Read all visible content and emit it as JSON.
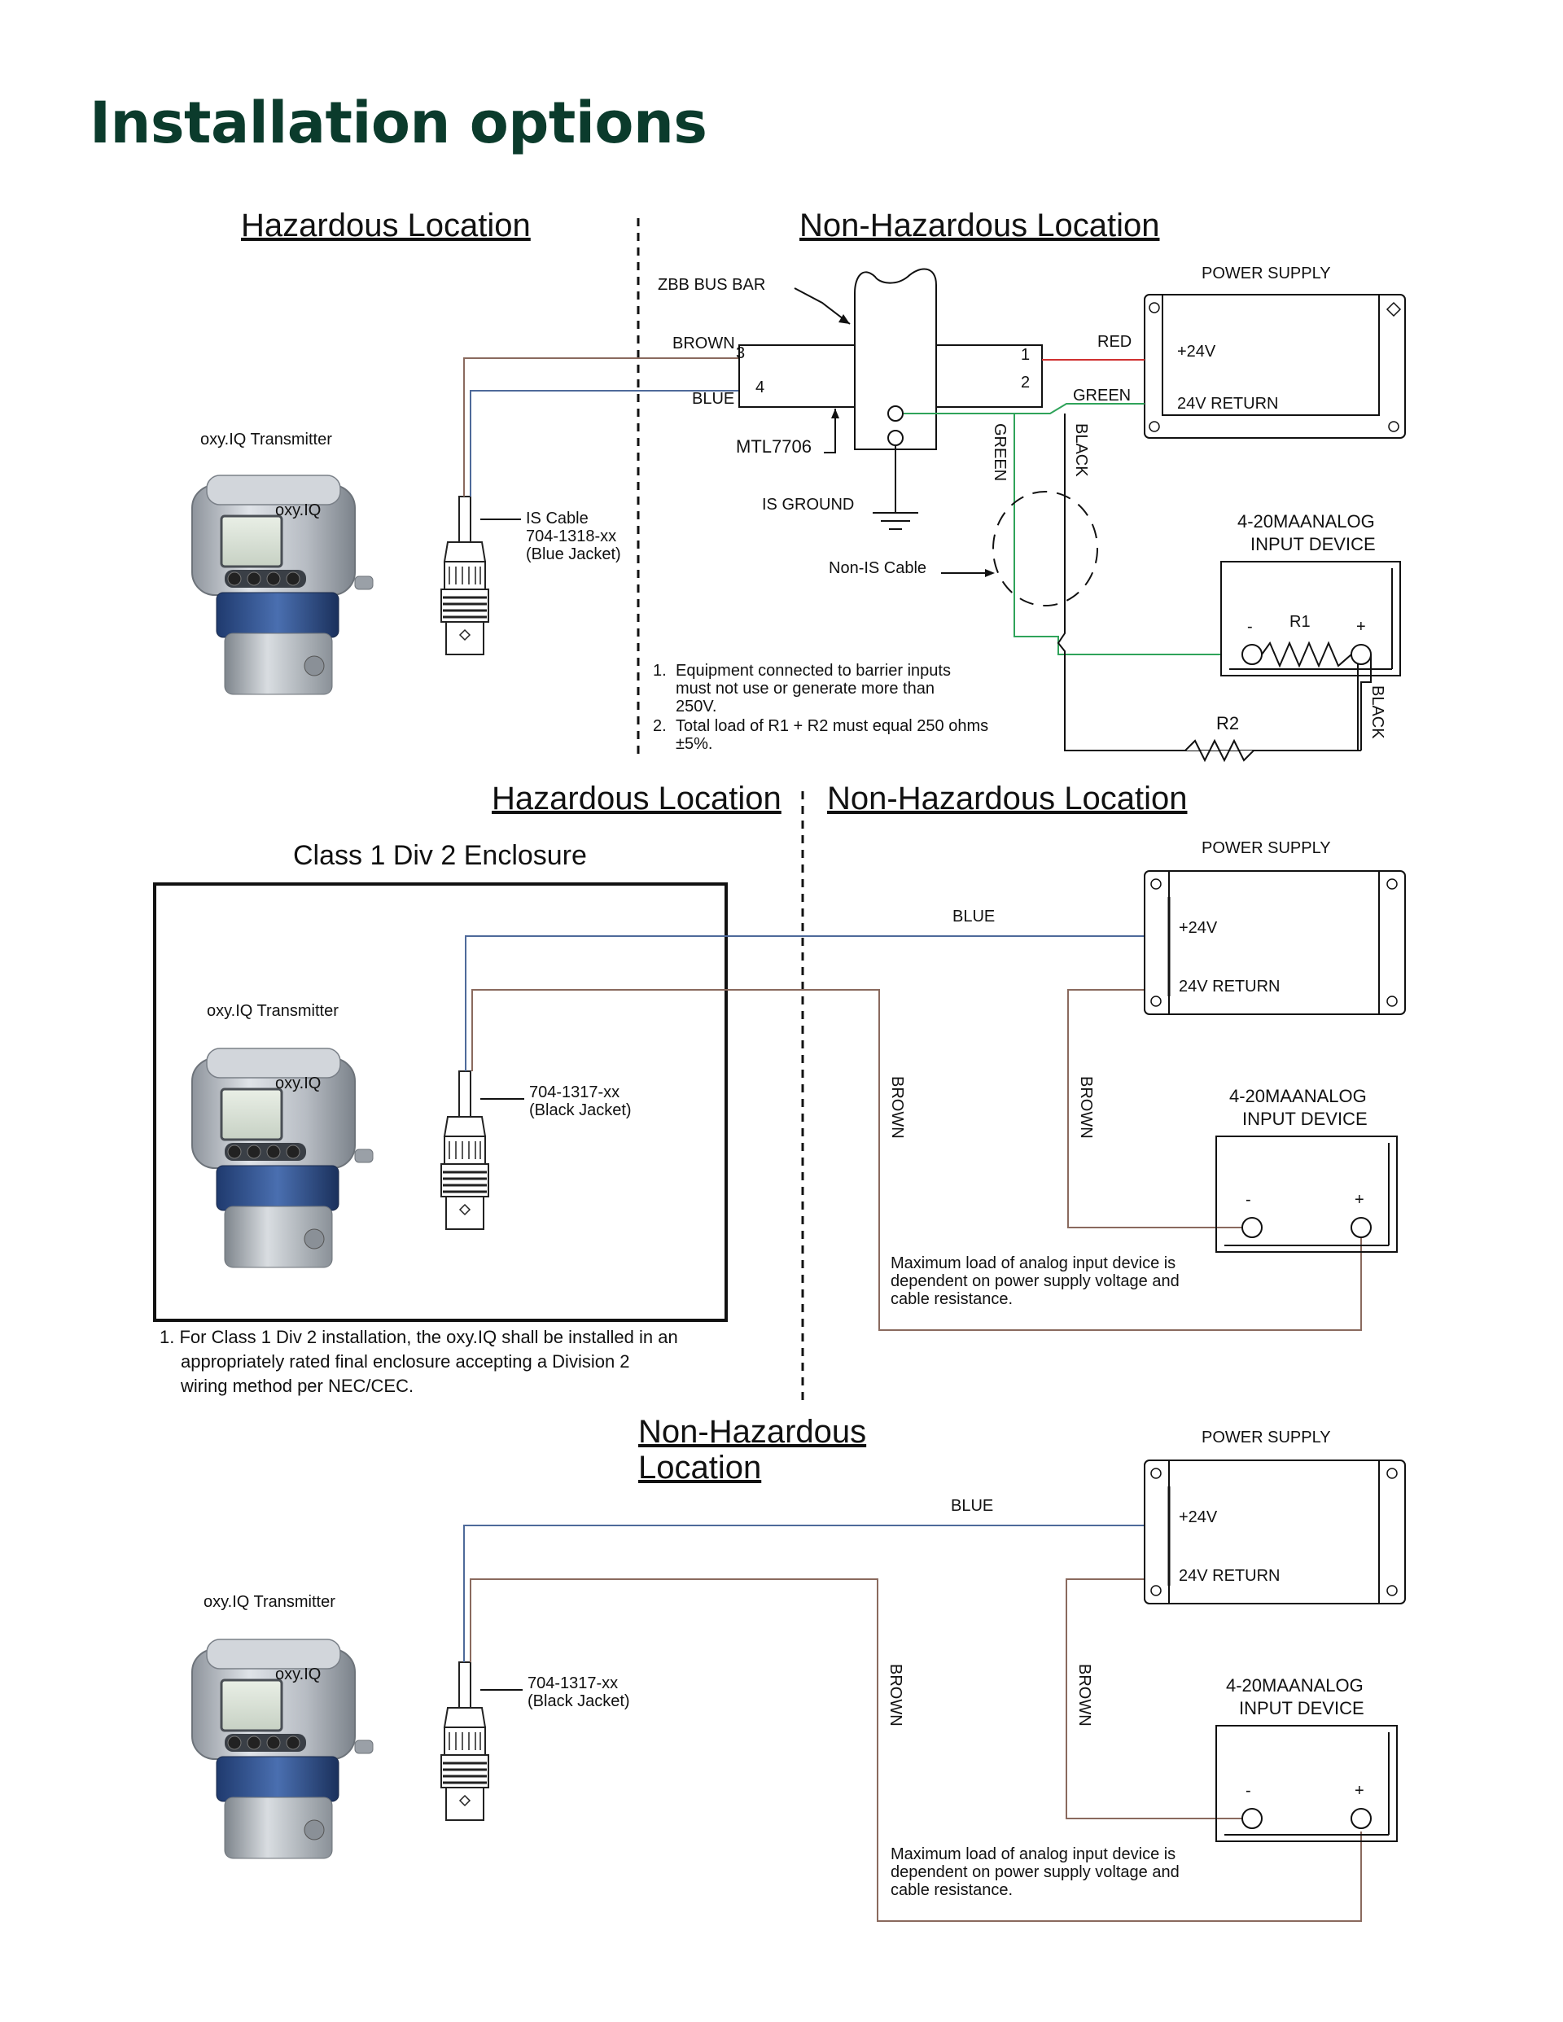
{
  "page": {
    "title": "Installation options"
  },
  "colors": {
    "title": "#0b3b2c",
    "wire_brown": "#8a6a5e",
    "wire_blue": "#4e6a9a",
    "wire_green": "#2fa35a",
    "wire_red": "#d03030",
    "wire_black": "#333333"
  },
  "icons": {
    "transmitter": "oxy-iq-transmitter-icon",
    "connector": "cable-connector-icon",
    "ground": "ground-symbol-icon",
    "resistor": "resistor-icon"
  },
  "section1": {
    "hazardous_header": "Hazardous Location",
    "nonhazardous_header": "Non-Hazardous Location",
    "transmitter_label": "oxy.IQ Transmitter",
    "transmitter_brand": "oxy.IQ",
    "cable_line1": "IS Cable",
    "cable_line2": "704-1318-xx",
    "cable_line3": "(Blue Jacket)",
    "busbar_label": "ZBB BUS BAR",
    "barrier_label": "MTL7706",
    "ground_label": "IS GROUND",
    "nonis_label": "Non-IS Cable",
    "wire_brown": "BROWN",
    "wire_blue": "BLUE",
    "wire_red": "RED",
    "wire_green": "GREEN",
    "wire_green_vertical": "GREEN",
    "wire_black_vertical": "BLACK",
    "wire_black_right": "BLACK",
    "term_3": "3",
    "term_4": "4",
    "term_1": "1",
    "term_2": "2",
    "power_supply": "POWER SUPPLY",
    "plus24": "+24V",
    "return24": "24V RETURN",
    "device_line1": "4-20MAANALOG",
    "device_line2": "INPUT DEVICE",
    "r1": "R1",
    "r2": "R2",
    "minus": "-",
    "plus": "+",
    "note1_num": "1.",
    "note1_l1": "Equipment connected to barrier  inputs",
    "note1_l2": "must  not  use  or  generate    more  than",
    "note1_l3": "250V.",
    "note2_num": "2.",
    "note2_l1": "Total load of R1 + R2 must equal  250 ohms",
    "note2_l2": "±5%."
  },
  "section2": {
    "hazardous_header": "Hazardous Location",
    "nonhazardous_header": "Non-Hazardous Location",
    "enclosure_title": "Class 1 Div 2 Enclosure",
    "transmitter_label": "oxy.IQ Transmitter",
    "transmitter_brand": "oxy.IQ",
    "cable_line1": "704-1317-xx",
    "cable_line2": "(Black Jacket)",
    "wire_blue": "BLUE",
    "wire_brown_1": "BROWN",
    "wire_brown_2": "BROWN",
    "power_supply": "POWER SUPPLY",
    "plus24": "+24V",
    "return24": "24V RETURN",
    "device_line1": "4-20MAANALOG",
    "device_line2": "INPUT DEVICE",
    "minus": "-",
    "plus": "+",
    "max_load_l1": "Maximum load of analog input device is",
    "max_load_l2": "dependent on power supply voltage  and",
    "max_load_l3": "cable resistance.",
    "footnote_l1": "1. For Class 1 Div 2 installation, the oxy.IQ shall be installed in  an",
    "footnote_l2": "appropriately  rated  final  enclosure  accepting  a  Division  2",
    "footnote_l3": "wiring method per NEC/CEC."
  },
  "section3": {
    "header_l1": "Non-Hazardous",
    "header_l2": "Location",
    "transmitter_label": "oxy.IQ Transmitter",
    "transmitter_brand": "oxy.IQ",
    "cable_line1": "704-1317-xx",
    "cable_line2": "(Black Jacket)",
    "wire_blue": "BLUE",
    "wire_brown_1": "BROWN",
    "wire_brown_2": "BROWN",
    "power_supply": "POWER SUPPLY",
    "plus24": "+24V",
    "return24": "24V RETURN",
    "device_line1": "4-20MAANALOG",
    "device_line2": "INPUT DEVICE",
    "minus": "-",
    "plus": "+",
    "max_load_l1": "Maximum load of analog input device is",
    "max_load_l2": "dependent on power supply voltage  and",
    "max_load_l3": "cable resistance."
  }
}
